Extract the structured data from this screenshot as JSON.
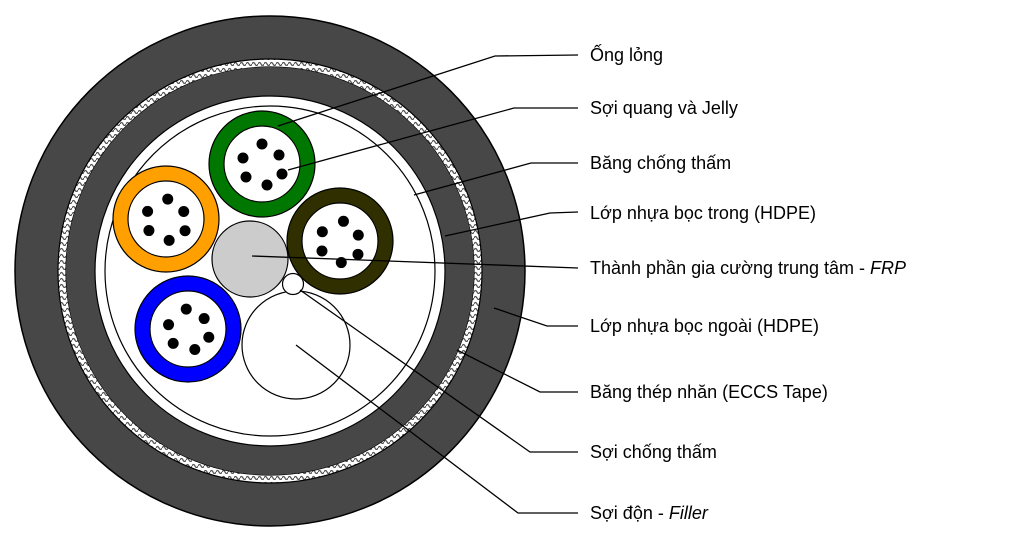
{
  "title": "Cable cross-section",
  "colors": {
    "outer_sheath": "#474747",
    "inner_sheath": "#474747",
    "tape_fill": "#ffffff",
    "tape_pattern": "#555555",
    "core_fill": "#ffffff",
    "frp": "#cccccc",
    "line": "#000000"
  },
  "tubes": [
    {
      "name": "green",
      "color": "#007700",
      "fibers": 6
    },
    {
      "name": "orange",
      "color": "#ff9f00",
      "fibers": 6
    },
    {
      "name": "olive",
      "color": "#2f2f00",
      "fibers": 6
    },
    {
      "name": "blue",
      "color": "#0000ff",
      "fibers": 6
    }
  ],
  "labels": [
    {
      "id": "loose-tube",
      "text": "Ống lỏng",
      "suffix": ""
    },
    {
      "id": "fiber-jelly",
      "text": "Sợi quang và Jelly",
      "suffix": ""
    },
    {
      "id": "water-blocking-tape",
      "text": "Băng chống thấm",
      "suffix": ""
    },
    {
      "id": "inner-sheath",
      "text": "Lớp nhựa bọc trong (HDPE)",
      "suffix": ""
    },
    {
      "id": "central-strength-member",
      "text": "Thành phần gia cường trung tâm - ",
      "suffix": "FRP"
    },
    {
      "id": "outer-sheath",
      "text": "Lớp nhựa bọc ngoài (HDPE)",
      "suffix": ""
    },
    {
      "id": "eccs-tape",
      "text": "Băng thép nhăn (ECCS Tape)",
      "suffix": ""
    },
    {
      "id": "water-blocking-yarn",
      "text": "Sợi chống thấm",
      "suffix": ""
    },
    {
      "id": "filler",
      "text": "Sợi độn - ",
      "suffix": "Filler"
    }
  ]
}
